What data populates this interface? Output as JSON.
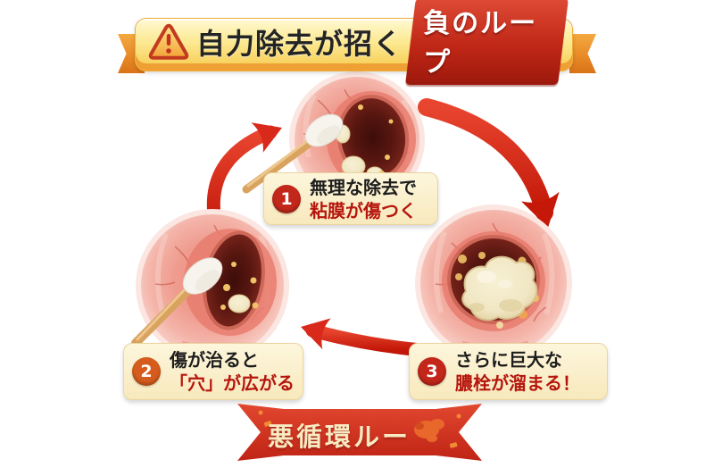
{
  "title_banner": {
    "icon": "warning-triangle-icon",
    "text": "自力除去が招く",
    "highlight": "負のループ"
  },
  "steps": [
    {
      "number": "1",
      "line1": "無理な除去で",
      "line2": "粘膜が傷つく",
      "illustration": "throat-opening-with-cotton-swab-poking-tonsil-stones"
    },
    {
      "number": "2",
      "line1": "傷が治ると",
      "line2": "「穴」が広がる",
      "illustration": "throat-opening-with-cotton-swab-widened-dark-hole"
    },
    {
      "number": "3",
      "line1": "さらに巨大な",
      "line2": "膿栓が溜まる！",
      "illustration": "throat-opening-filled-with-large-cream-tonsil-stone"
    }
  ],
  "footer_ribbon": {
    "text": "悪循環ルー"
  },
  "colors": {
    "banner_yellow_top": "#FFF9D2",
    "banner_yellow_bottom": "#F6C94E",
    "banner_edge_orange": "#EFA035",
    "highlight_box_red": "#C02716",
    "badge_red": "#C3271A",
    "badge_orange": "#D55C1D",
    "step_text_black": "#1D1D1D",
    "step_text_red": "#B5150C",
    "label_bg_cream": "#FAEFC9",
    "arrow_red": "#D8291A",
    "ribbon_red": "#D23A26",
    "ribbon_text_cream": "#F8EAC2",
    "throat_pink": "#F2A99C",
    "cavity_dark_red": "#4A120D",
    "stone_cream": "#F1E7C4"
  }
}
